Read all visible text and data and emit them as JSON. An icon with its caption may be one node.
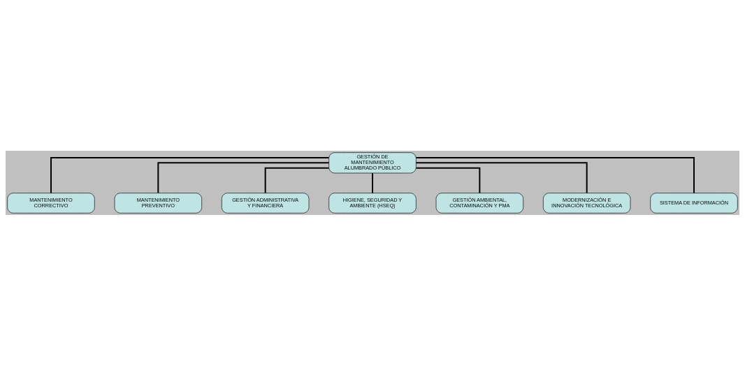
{
  "diagram": {
    "nodes": [
      {
        "text": [
          "GESTIÓN DE MANTENIMIENTO ALUMBRADO PÚBLICO"
        ]
      },
      {
        "text": [
          "MANTENIMIENTO CORRECTIVO"
        ]
      },
      {
        "text": [
          "MANTENIMIENTO PREVENTIVO"
        ]
      },
      {
        "text": [
          "GESTIÓN ADMINISTRATIVA Y FINANCIERA"
        ]
      },
      {
        "text": [
          "HIGIENE, SEGURIDAD Y AMBIENTE (HSEQ)"
        ]
      },
      {
        "text": [
          "GESTIÓN AMBIENTAL, CONTAMINACIÓN Y PMA"
        ]
      },
      {
        "text": [
          "MODERNIZACIÓN E INNOVACIÓN TECNOLÓGICA"
        ]
      },
      {
        "text": [
          "SISTEMA DE INFORMACIÓN"
        ]
      }
    ],
    "edges": [
      {
        "from": 0,
        "to": 1,
        "arrow": "none"
      },
      {
        "from": 0,
        "to": 2,
        "arrow": "none"
      },
      {
        "from": 0,
        "to": 3,
        "arrow": "none"
      },
      {
        "from": 0,
        "to": 4,
        "arrow": "none"
      },
      {
        "from": 0,
        "to": 5,
        "arrow": "none"
      },
      {
        "from": 0,
        "to": 6,
        "arrow": "none"
      },
      {
        "from": 0,
        "to": 7,
        "arrow": "none"
      }
    ]
  }
}
